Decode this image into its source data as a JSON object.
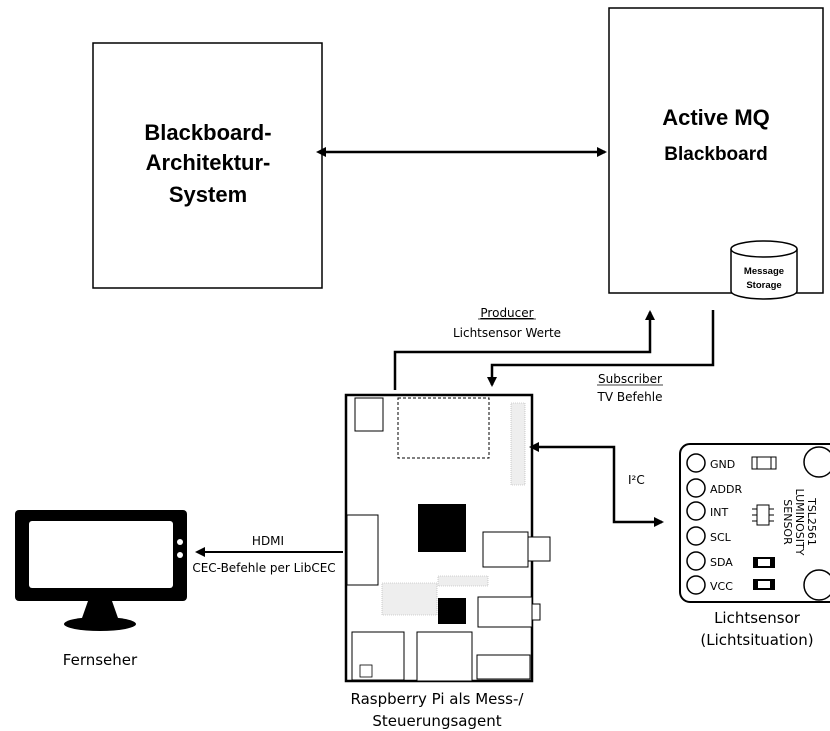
{
  "blackboard_system": {
    "line1": "Blackboard-",
    "line2": "Architektur-",
    "line3": "System"
  },
  "active_mq": {
    "line1": "Active MQ",
    "line2": "Blackboard"
  },
  "message_storage": {
    "line1": "Message",
    "line2": "Storage"
  },
  "producer": {
    "title": "Producer",
    "subtitle": "Lichtsensor Werte"
  },
  "subscriber": {
    "title": "Subscriber",
    "subtitle": "TV Befehle"
  },
  "hdmi": {
    "title": "HDMI",
    "subtitle": "CEC-Befehle per LibCEC"
  },
  "i2c": {
    "label": "I²C"
  },
  "tv": {
    "label": "Fernseher"
  },
  "raspberry": {
    "line1": "Raspberry Pi als Mess-/",
    "line2": "Steuerungsagent"
  },
  "sensor": {
    "line1": "Lichtsensor",
    "line2": "(Lichtsituation)",
    "pins": [
      "GND",
      "ADDR",
      "INT",
      "SCL",
      "SDA",
      "VCC"
    ],
    "board_text1": "LUMINOSITY",
    "board_text2": "SENSOR",
    "board_text_top": "TSL2561"
  }
}
